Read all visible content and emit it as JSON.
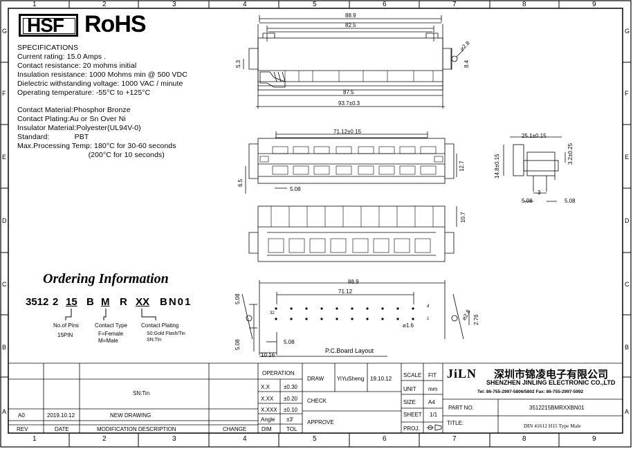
{
  "border": {
    "top_columns": [
      "1",
      "2",
      "3",
      "4",
      "5",
      "6",
      "7",
      "8",
      "9"
    ],
    "bottom_columns": [
      "1",
      "2",
      "3",
      "4",
      "5",
      "6",
      "7",
      "8",
      "9"
    ],
    "rows": [
      "G",
      "F",
      "E",
      "D",
      "C",
      "B",
      "A"
    ]
  },
  "logo": {
    "hsf": "HSF",
    "rohs": "RoHS"
  },
  "specs": {
    "title": "SPECIFICATIONS",
    "lines": [
      "Current rating: 15.0 Amps .",
      "Contact resistance: 20 mohms initial",
      "Insulation resistance: 1000 Mohms min @ 500 VDC",
      "Dielectric withstanding voltage: 1000 VAC / minute",
      "Operating temperature: -55°C to +125°C"
    ],
    "material_lines": [
      "Contact Material:Phosphor Bronze",
      "Contact Plating:Au or Sn Over Ni",
      "Insulator Material:Polyester(UL94V-0)",
      "Standard:            PBT",
      "Max.Processing Temp: 180°C for 30-60 seconds",
      "                                  (200°C for 10 seconds)"
    ]
  },
  "ordering": {
    "title": "Ordering Information",
    "code": [
      "3512",
      "2",
      "15",
      "B",
      "M",
      "R",
      "XX",
      "BN01"
    ],
    "pins_label": "No.of Pins",
    "pins_value": "15PIN",
    "contact_type_label": "Contact Type",
    "contact_type_f": "F=Female",
    "contact_type_m": "M=Male",
    "plating_label": "Contact Plating",
    "plating_s0": "S0:Gold Flash/Tin",
    "plating_sn": "SN:Tin"
  },
  "dims": {
    "top_overall": "88.9",
    "top_inner": "82.5",
    "top_bottom_inner": "87.5",
    "top_bottom_overall": "93.7±0.3",
    "top_left_h": "5.3",
    "top_hole": "⌀2.8",
    "top_right_h": "8.4",
    "front_pitch": "71.12±0.15",
    "front_h": "12.7",
    "front_left_h": "6.5",
    "front_pin": "5.08",
    "side_w": "25.1±0.15",
    "side_h": "14.8±0.15",
    "side_right_h": "3.2±0.25",
    "side_3": "3",
    "side_508a": "5.08",
    "side_508b": "5.08",
    "bottom_h": "10.7",
    "pcb_overall": "88.9",
    "pcb_pitch": "71.12",
    "pcb_left_top": "5.08",
    "pcb_32": "32",
    "pcb_d": "d",
    "pcb_z": "z",
    "pcb_hole_small": "⌀1.6",
    "pcb_hole_big": "⌀2.8",
    "pcb_right": "2.76",
    "pcb_left_bottom": "5.08",
    "pcb_508": "5.08",
    "pcb_1016": "10.16",
    "pcb_title": "P.C.Board  Layout"
  },
  "title_block": {
    "operation": "OPERATION",
    "tol_rows": [
      {
        "k": "X.X",
        "v": "±0.30"
      },
      {
        "k": "X.XX",
        "v": "±0.20"
      },
      {
        "k": "X.XXX",
        "v": "±0.10"
      },
      {
        "k": "Angle",
        "v": "±3'"
      }
    ],
    "dim": "DIM",
    "tol": "TOL",
    "draw": "DRAW",
    "drawer": "YiYuSheng",
    "draw_date": "19.10.12",
    "check": "CHECK",
    "approve": "APPROVE",
    "scale": "SCALE",
    "scale_val": "FIT",
    "unit": "UNIT",
    "unit_val": "mm",
    "size": "SIZE",
    "size_val": "A4",
    "sheet": "SHEET",
    "sheet_val": "1/1",
    "proj": "PROJ.",
    "company_logo": "JiLN",
    "company_cn": "深圳市锦凌电子有限公司",
    "company_en": "SHENZHEN JINLING ELECTRONIC CO.,LTD",
    "company_tel": "Tel: 86-755-2997-5806/5802   Fax: 86-755-2997-5992",
    "part_no_label": "PART NO.",
    "part_no": "3512215BMRXXBN01",
    "title_label": "TITLE:",
    "title": "DIN 41612 H15 Type Male",
    "rev_sn": "SN:Tin",
    "rev_a0": "A0",
    "rev_date": "2019.10.12",
    "rev_desc": "NEW DRAWING",
    "col_rev": "REV",
    "col_date": "DATE",
    "col_mod": "MODIFICATION  DESCRIPTION",
    "col_change": "CHANGE"
  }
}
